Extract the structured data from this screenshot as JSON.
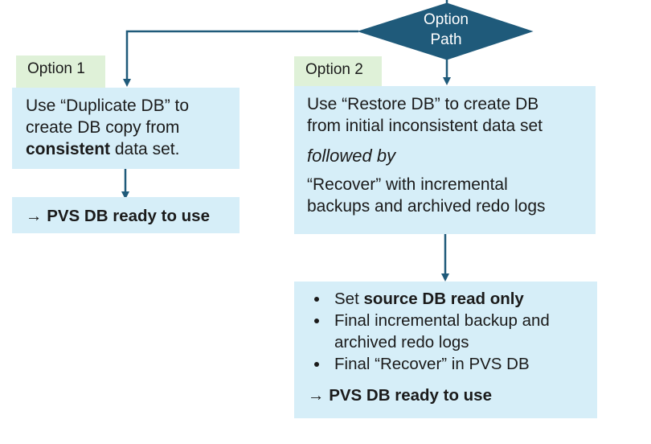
{
  "decision": {
    "line1": "Option",
    "line2": "Path"
  },
  "option1": {
    "label": "Option 1",
    "text_line1": "Use “Duplicate DB” to",
    "text_line2": "create DB copy from",
    "text_bold": "consistent",
    "text_rest": " data set.",
    "result": "→ PVS DB ready to use"
  },
  "option2": {
    "label": "Option 2",
    "text_line1": "Use “Restore DB” to create DB",
    "text_line2": "from initial inconsistent data set",
    "followed_by": "followed by",
    "recover_line1": "“Recover” with incremental",
    "recover_line2": "backups and archived redo logs"
  },
  "final_steps": {
    "bullet1_pre": "Set ",
    "bullet1_bold": "source DB read only",
    "bullet2_line1": "Final incremental backup and",
    "bullet2_line2": "archived redo logs",
    "bullet3": "Final “Recover” in PVS DB",
    "result": "→ PVS DB ready to use"
  },
  "colors": {
    "box_fill": "#d6eef8",
    "label_fill": "#dff1d8",
    "decision_fill": "#1f5a7a",
    "connector": "#1f5a7a"
  }
}
